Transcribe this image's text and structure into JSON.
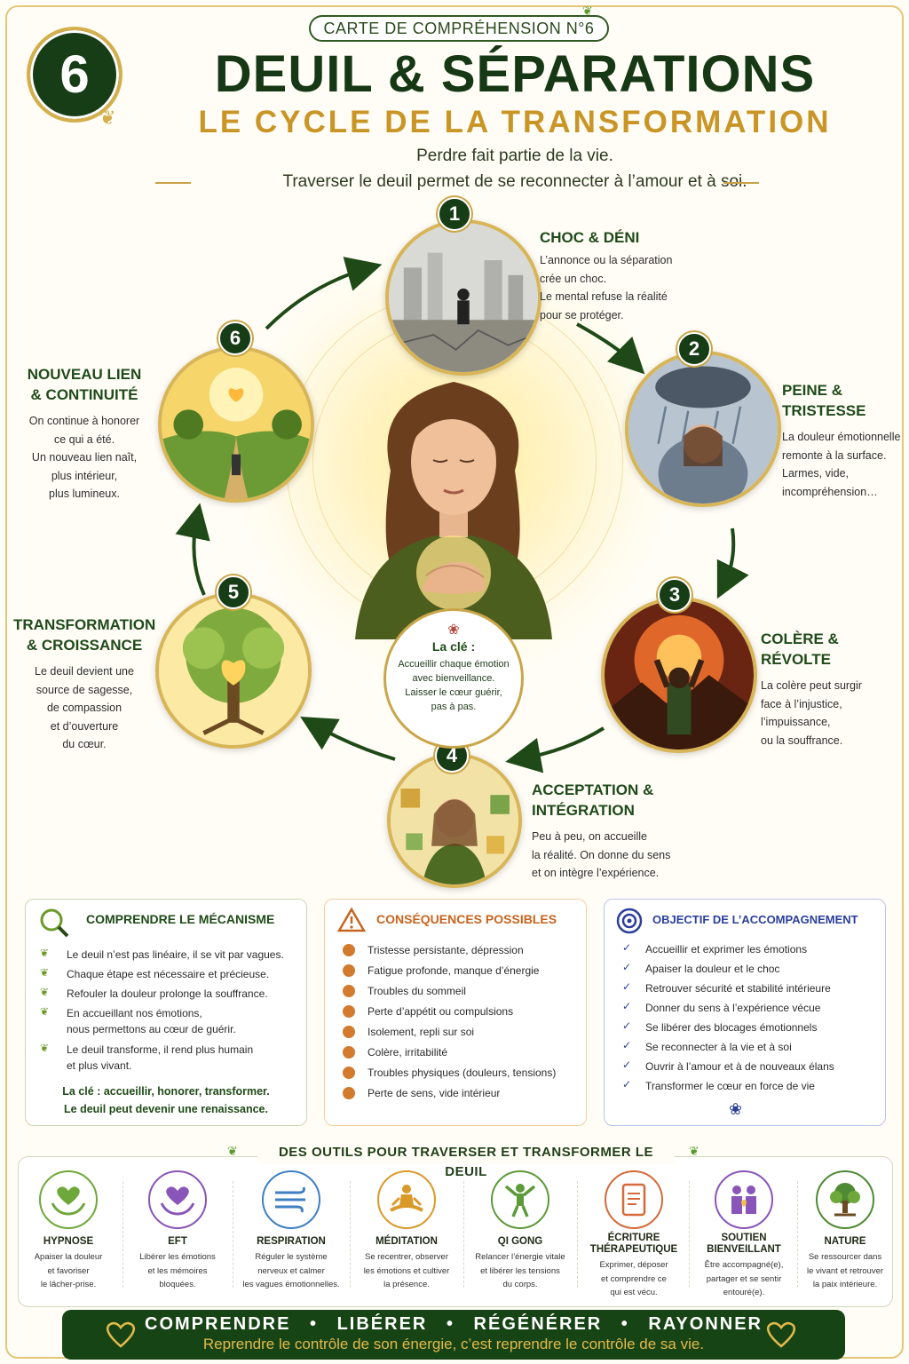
{
  "header": {
    "card_label": "CARTE DE COMPRÉHENSION N°6",
    "number": "6",
    "title": "DEUIL & SÉPARATIONS",
    "subtitle": "LE CYCLE DE LA TRANSFORMATION",
    "tagline_1": "Perdre fait partie de la vie.",
    "tagline_2": "Traverser le deuil permet de se reconnecter à l’amour et à soi."
  },
  "stages": [
    {
      "num": "1",
      "title_1": "CHOC & DÉNI",
      "title_2": "",
      "desc": [
        "L’annonce ou la séparation",
        "crée un choc.",
        "Le mental refuse la réalité",
        "pour se protéger."
      ]
    },
    {
      "num": "2",
      "title_1": "PEINE &",
      "title_2": "TRISTESSE",
      "desc": [
        "La douleur émotionnelle",
        "remonte à la surface.",
        "Larmes, vide,",
        "incompréhension…"
      ]
    },
    {
      "num": "3",
      "title_1": "COLÈRE &",
      "title_2": "RÉVOLTE",
      "desc": [
        "La colère peut surgir",
        "face à l’injustice,",
        "l’impuissance,",
        "ou la souffrance."
      ]
    },
    {
      "num": "4",
      "title_1": "ACCEPTATION &",
      "title_2": "INTÉGRATION",
      "desc": [
        "Peu à peu, on accueille",
        "la réalité. On donne du sens",
        "et on intègre l’expérience."
      ]
    },
    {
      "num": "5",
      "title_1": "TRANSFORMATION",
      "title_2": "& CROISSANCE",
      "desc": [
        "Le deuil devient une",
        "source de sagesse,",
        "de compassion",
        "et d’ouverture",
        "du cœur."
      ]
    },
    {
      "num": "6",
      "title_1": "NOUVEAU LIEN",
      "title_2": "& CONTINUITÉ",
      "desc": [
        "On continue à honorer",
        "ce qui a été.",
        "Un nouveau lien naît,",
        "plus intérieur,",
        "plus lumineux."
      ]
    }
  ],
  "key": {
    "title": "La clé :",
    "lines": [
      "Accueillir chaque émotion",
      "avec bienveillance.",
      "Laisser le cœur guérir,",
      "pas à pas."
    ]
  },
  "mechanism": {
    "title": "COMPRENDRE LE MÉCANISME",
    "items": [
      [
        "Le deuil n’est pas linéaire, il se vit par vagues."
      ],
      [
        "Chaque étape est nécessaire et précieuse."
      ],
      [
        "Refouler la douleur prolonge la souffrance."
      ],
      [
        "En accueillant nos émotions,",
        "nous permettons au cœur de guérir."
      ],
      [
        "Le deuil transforme, il rend plus humain",
        "et plus vivant."
      ]
    ],
    "key_1": "La clé : accueillir, honorer, transformer.",
    "key_2": "Le deuil peut devenir une renaissance."
  },
  "consequences": {
    "title": "CONSÉQUENCES POSSIBLES",
    "items": [
      "Tristesse persistante, dépression",
      "Fatigue profonde, manque d’énergie",
      "Troubles du sommeil",
      "Perte d’appétit ou compulsions",
      "Isolement, repli sur soi",
      "Colère, irritabilité",
      "Troubles physiques (douleurs, tensions)",
      "Perte de sens, vide intérieur"
    ]
  },
  "objective": {
    "title": "OBJECTIF DE L’ACCOMPAGNEMENT",
    "items": [
      "Accueillir et exprimer les émotions",
      "Apaiser la douleur et le choc",
      "Retrouver sécurité et stabilité intérieure",
      "Donner du sens à l’expérience vécue",
      "Se libérer des blocages émotionnels",
      "Se reconnecter à la vie et à soi",
      "Ouvrir à l’amour et à de nouveaux élans",
      "Transformer le cœur en force de vie"
    ]
  },
  "tools": {
    "title": "DES OUTILS POUR TRAVERSER ET TRANSFORMER LE DEUIL",
    "items": [
      {
        "name": "HYPNOSE",
        "desc": [
          "Apaiser la douleur",
          "et favoriser",
          "le lâcher-prise."
        ],
        "color": "#6fa83a",
        "icon": "heart-hands-icon"
      },
      {
        "name": "EFT",
        "desc": [
          "Libérer les émotions",
          "et les mémoires",
          "bloquées."
        ],
        "color": "#8a55b8",
        "icon": "heart-hands-icon"
      },
      {
        "name": "RESPIRATION",
        "desc": [
          "Réguler le système",
          "nerveux et calmer",
          "les vagues émotionnelles."
        ],
        "color": "#3f7fc4",
        "icon": "wind-icon"
      },
      {
        "name": "MÉDITATION",
        "desc": [
          "Se recentrer, observer",
          "les émotions et cultiver",
          "la présence."
        ],
        "color": "#d99a2a",
        "icon": "meditation-icon"
      },
      {
        "name": "QI GONG",
        "desc": [
          "Relancer l’énergie vitale",
          "et libérer les tensions",
          "du corps."
        ],
        "color": "#5d9a3a",
        "icon": "qigong-icon"
      },
      {
        "name": "ÉCRITURE",
        "name_2": "THÉRAPEUTIQUE",
        "desc": [
          "Exprimer, déposer",
          "et comprendre ce",
          "qui est vécu."
        ],
        "color": "#d56a3a",
        "icon": "notebook-icon"
      },
      {
        "name": "SOUTIEN",
        "name_2": "BIENVEILLANT",
        "desc": [
          "Être accompagné(e),",
          "partager et se sentir",
          "entouré(e)."
        ],
        "color": "#8a55b8",
        "icon": "support-icon"
      },
      {
        "name": "NATURE",
        "desc": [
          "Se ressourcer dans",
          "le vivant et retrouver",
          "la paix intérieure."
        ],
        "color": "#4f8a34",
        "icon": "tree-icon"
      }
    ]
  },
  "footer": {
    "words": [
      "COMPRENDRE",
      "LIBÉRER",
      "RÉGÉNÉRER",
      "RAYONNER"
    ],
    "separator": "•",
    "line": "Reprendre le contrôle de son énergie, c’est reprendre le contrôle de sa vie."
  },
  "colors": {
    "dark_green": "#173d17",
    "gold": "#c99526",
    "orange": "#c8641e",
    "blue": "#2b3f9a"
  }
}
